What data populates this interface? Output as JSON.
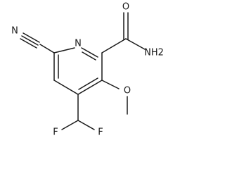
{
  "molecule": {
    "atoms": {
      "ring_n": "N",
      "carbonyl_o": "O",
      "amide_n": "NH2",
      "nitrile_n": "N",
      "methoxy_o": "O",
      "fluorine_left": "F",
      "fluorine_right": "F"
    }
  }
}
